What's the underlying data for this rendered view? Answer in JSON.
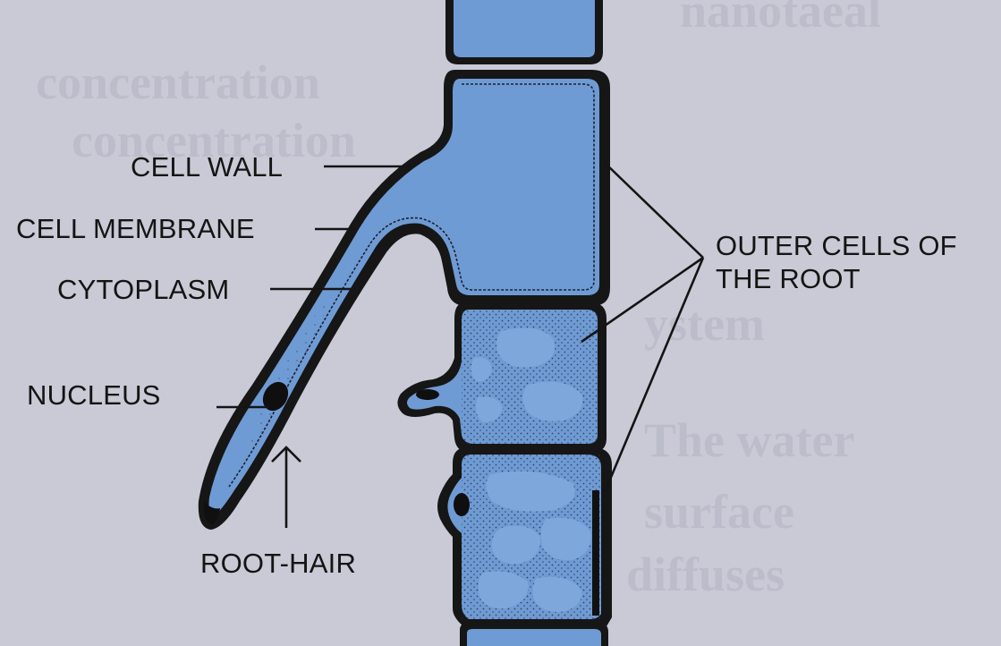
{
  "labels": {
    "cell_wall": "CELL WALL",
    "cell_membrane": "CELL MEMBRANE",
    "cytoplasm": "CYTOPLASM",
    "nucleus": "NUCLEUS",
    "root_hair": "ROOT-HAIR",
    "outer_cells_line1": "OUTER CELLS OF",
    "outer_cells_line2": "THE ROOT"
  },
  "colors": {
    "cytoplasm_fill": "#6f9bd4",
    "cell_wall": "#161616",
    "page_background": "#c9cad6"
  }
}
